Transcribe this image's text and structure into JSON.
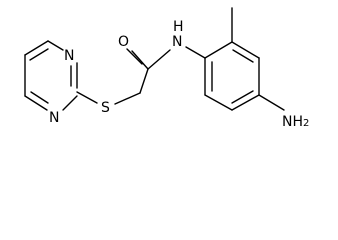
{
  "structure": {
    "atoms": {
      "amide_n": "N",
      "amide_h": "H",
      "carbonyl_o": "O",
      "thioether_s": "S",
      "pyrimidine_n1": "N",
      "pyrimidine_n3": "N",
      "amine_n": "NH",
      "amine_sub": "2"
    }
  },
  "colors": {
    "bond": "#000000",
    "label": "#000000",
    "background": "#ffffff"
  }
}
